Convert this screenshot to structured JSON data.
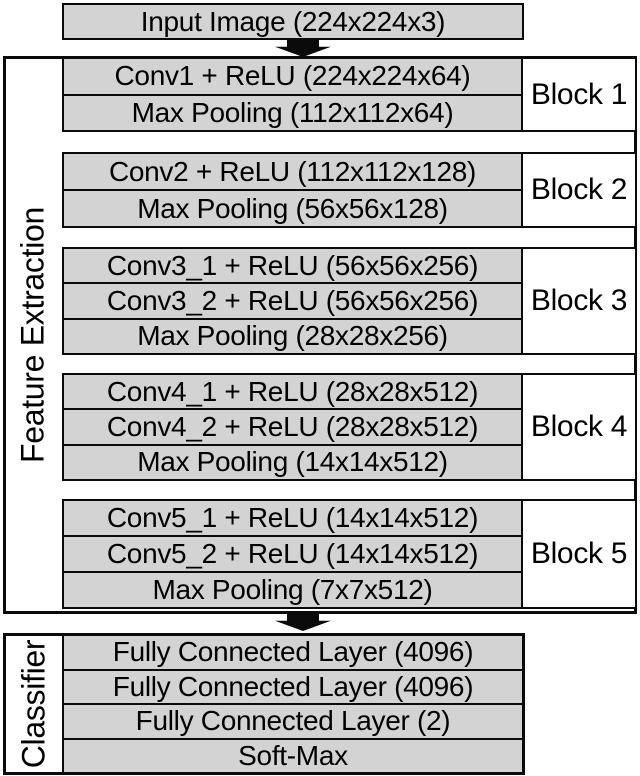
{
  "input": {
    "label": "Input Image (224x224x3)"
  },
  "feature_extraction": {
    "section_label": "Feature Extraction",
    "blocks": [
      {
        "name": "Block 1",
        "rows": [
          "Conv1 + ReLU (224x224x64)",
          "Max Pooling (112x112x64)"
        ]
      },
      {
        "name": "Block 2",
        "rows": [
          "Conv2 + ReLU (112x112x128)",
          "Max Pooling (56x56x128)"
        ]
      },
      {
        "name": "Block 3",
        "rows": [
          "Conv3_1 + ReLU (56x56x256)",
          "Conv3_2 + ReLU (56x56x256)",
          "Max Pooling (28x28x256)"
        ]
      },
      {
        "name": "Block 4",
        "rows": [
          "Conv4_1 + ReLU (28x28x512)",
          "Conv4_2 + ReLU (28x28x512)",
          "Max Pooling (14x14x512)"
        ]
      },
      {
        "name": "Block 5",
        "rows": [
          "Conv5_1 + ReLU (14x14x512)",
          "Conv5_2 + ReLU (14x14x512)",
          "Max Pooling (7x7x512)"
        ]
      }
    ]
  },
  "classifier": {
    "section_label": "Classifier",
    "rows": [
      "Fully Connected Layer (4096)",
      "Fully Connected Layer (4096)",
      "Fully Connected Layer (2)",
      "Soft-Max"
    ]
  },
  "colors": {
    "box_fill": "#d3d3d3",
    "border": "#0a0a0a",
    "background": "#ffffff",
    "text": "#000000"
  }
}
